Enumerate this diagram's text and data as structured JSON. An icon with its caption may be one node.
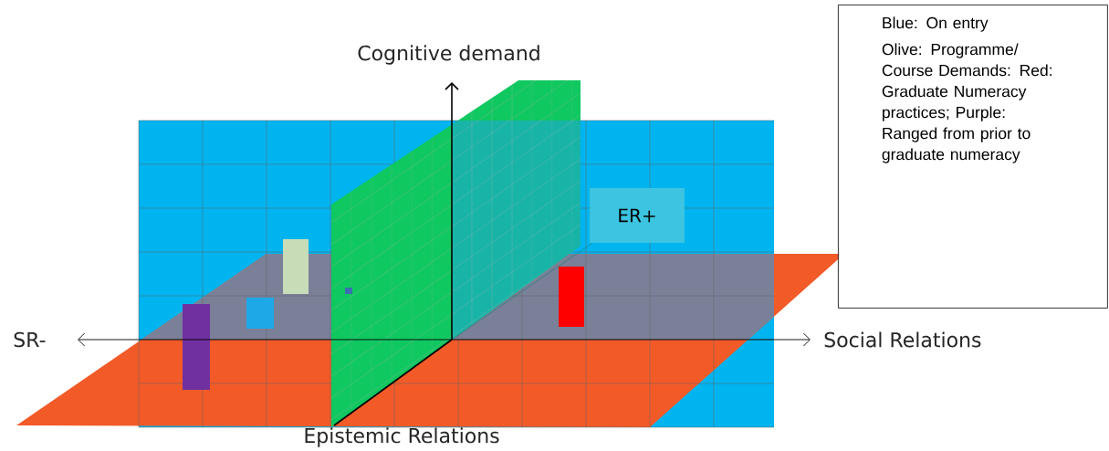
{
  "diagram": {
    "nodes": [
      {
        "text": [
          "ER+"
        ]
      },
      {
        "text": [
          "Blue: On entry",
          "Olive: Programme/ Course Demands: Red: Graduate Numeracy practices; Purple: Ranged from prior to graduate numeracy"
        ]
      }
    ],
    "labels": [
      "Cognitive demand",
      "SR-",
      "Social Relations",
      "Epistemic Relations"
    ]
  }
}
